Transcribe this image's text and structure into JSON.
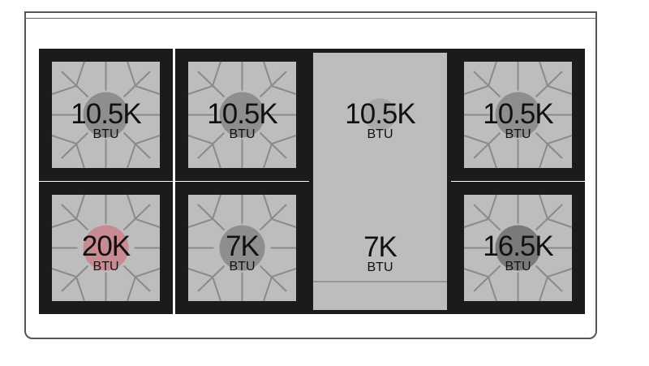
{
  "burners": {
    "front_left": {
      "rating": "20K",
      "unit": "BTU",
      "cap_color": "#c98b92"
    },
    "front_center_left": {
      "rating": "7K",
      "unit": "BTU",
      "cap_color": "#8e8e8e"
    },
    "rear_left": {
      "rating": "10.5K",
      "unit": "BTU",
      "cap_color": "#8e8e8e"
    },
    "rear_center_left": {
      "rating": "10.5K",
      "unit": "BTU",
      "cap_color": "#8e8e8e"
    },
    "rear_right": {
      "rating": "10.5K",
      "unit": "BTU",
      "cap_color": "#8e8e8e"
    },
    "front_right": {
      "rating": "16.5K",
      "unit": "BTU",
      "cap_color": "#7a7a7a"
    }
  },
  "griddle": {
    "upper": {
      "rating": "10.5K",
      "unit": "BTU"
    },
    "lower": {
      "rating": "7K",
      "unit": "BTU"
    },
    "surface_color": "#bdbdbd"
  },
  "colors": {
    "grate": "#1b1b1b",
    "tile": "#bdbdbd",
    "bar": "#8a8a8a",
    "outline": "#555555"
  }
}
